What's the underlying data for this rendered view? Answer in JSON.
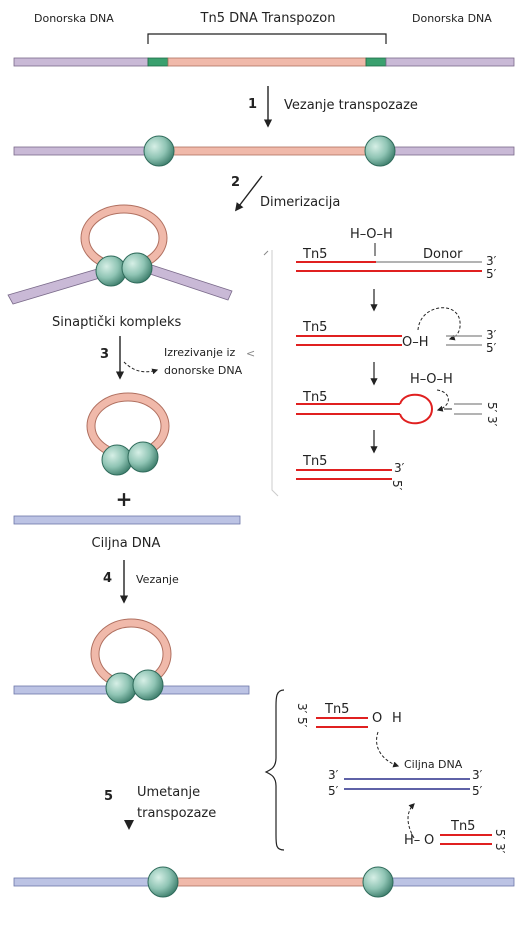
{
  "colors": {
    "donor_dna": "#c9b9d6",
    "transposon_dna": "#f0b9aa",
    "end_sequence": "#3aa06e",
    "protein": "#8fc4b4",
    "target_dna": "#bcc3e4",
    "strand_red": "#e02020",
    "strand_blue": "#2a2e8a",
    "strand_gray": "#9a9a9a"
  },
  "labels": {
    "donor_left": "Donorska DNA",
    "transposon": "Tn5 DNA Transpozon",
    "donor_right": "Donorska DNA",
    "synaptic": "Sinaptički kompleks",
    "plus": "+",
    "target": "Ciljna DNA"
  },
  "steps": {
    "s1": {
      "num": "1",
      "text": "Vezanje transpozaze"
    },
    "s2": {
      "num": "2",
      "text": "Dimerizacija"
    },
    "s3": {
      "num": "3",
      "text_line1": "Izrezivanje iz",
      "text_line2": "donorske DNA"
    },
    "s4": {
      "num": "4",
      "text": "Vezanje"
    },
    "s5": {
      "num": "5",
      "text_line1": "Umetanje",
      "text_line2": "transpozaze"
    }
  },
  "mechanism": {
    "water": "H–O–H",
    "tn5": "Tn5",
    "donor": "Donor",
    "oh": "O–H",
    "h": "H",
    "o": "O",
    "ho": "H–",
    "three_prime": "3′",
    "five_prime": "5′",
    "target": "Ciljna DNA"
  }
}
